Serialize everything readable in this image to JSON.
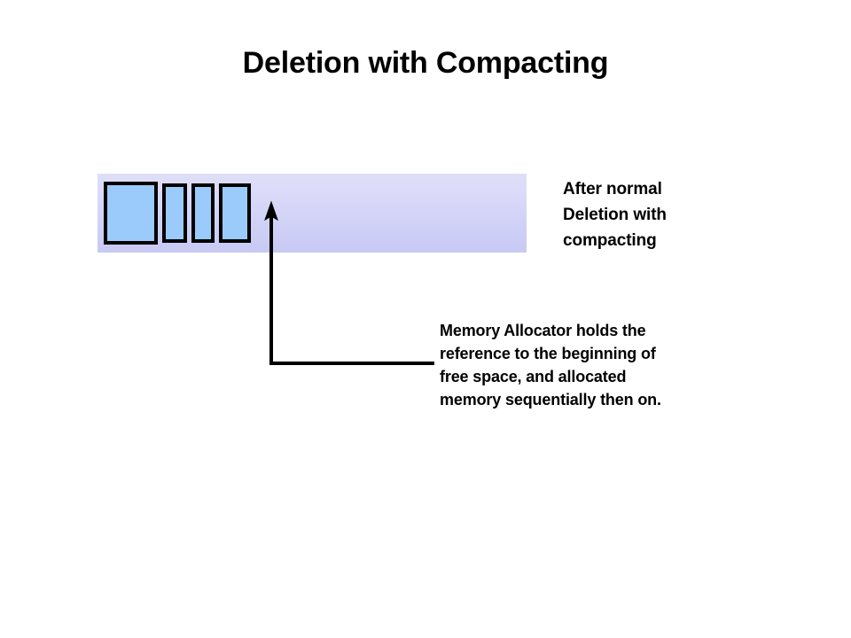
{
  "slide": {
    "title": {
      "light_part": "Deletion with ",
      "bold_part": "Compacting",
      "full_text": "Deletion with Compacting"
    },
    "memory_bar": {
      "name": "memory-region",
      "fill_gradient_top": "#dedef9",
      "fill_gradient_bottom": "#c7c9f4",
      "blocks": [
        {
          "label": "allocated-block-1",
          "fill": "#9acbfb",
          "border": "#000000"
        },
        {
          "label": "allocated-block-2",
          "fill": "#9acbfb",
          "border": "#000000"
        },
        {
          "label": "allocated-block-3",
          "fill": "#9acbfb",
          "border": "#000000"
        },
        {
          "label": "allocated-block-4",
          "fill": "#9acbfb",
          "border": "#000000"
        }
      ]
    },
    "side_label": {
      "lines": [
        "After normal",
        "Deletion with",
        "compacting"
      ]
    },
    "caption": {
      "lines": [
        "Memory Allocator holds the",
        "reference to the beginning of",
        "free space, and allocated",
        "memory sequentially then on."
      ]
    },
    "arrow": {
      "name": "free-space-pointer-arrow",
      "color": "#000000",
      "points_to": "beginning of free space"
    }
  }
}
